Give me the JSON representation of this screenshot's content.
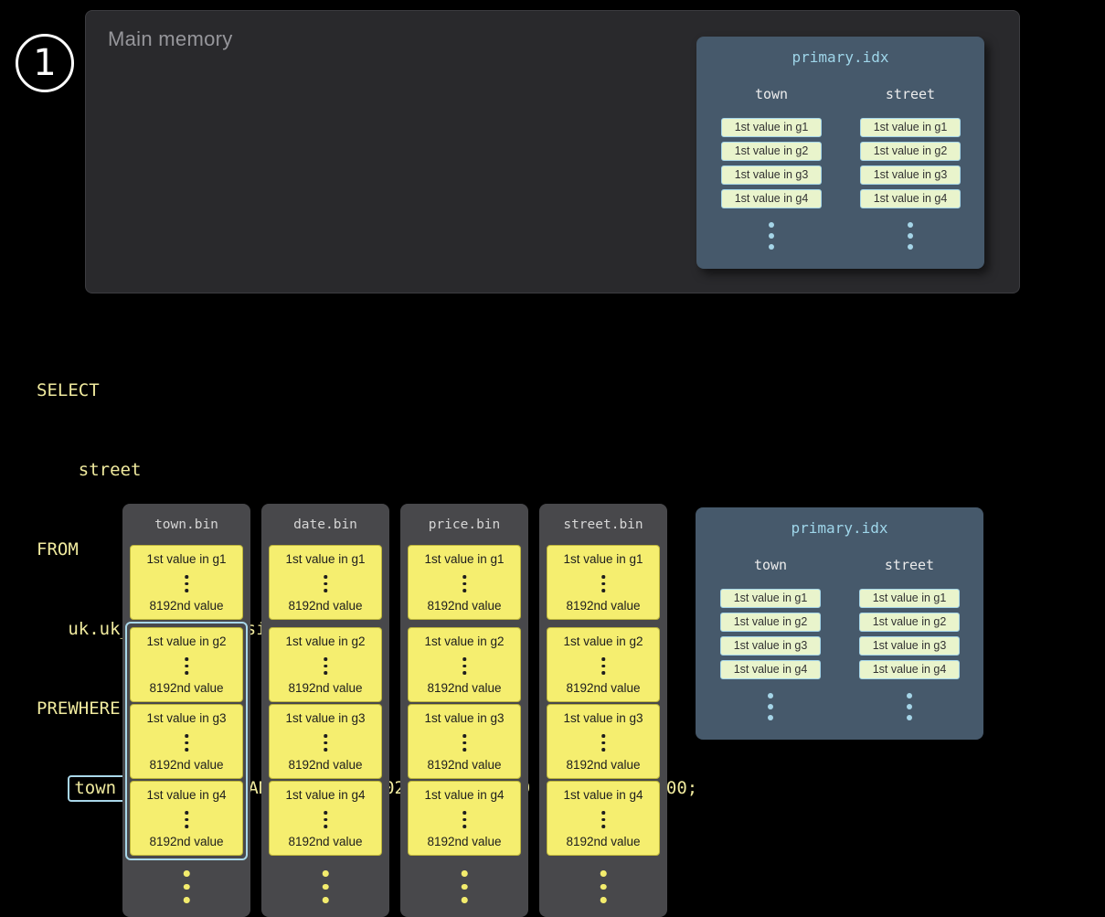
{
  "colors": {
    "background": "#000000",
    "main_memory_panel": "#29292c",
    "bin_panel_gray": "#48484b",
    "index_box_blue": "#46596b",
    "accent_blue": "#a9d7e9",
    "index_title_blue": "#9fd6ea",
    "sql_yellow": "#f0ea9e",
    "granule_yellow": "#f5ee6f",
    "chip_green": "#e9f4cc"
  },
  "step_badge": {
    "number": "1"
  },
  "main_memory": {
    "label": "Main memory"
  },
  "primary_idx": {
    "title": "primary.idx",
    "columns": [
      {
        "name": "town",
        "chips": [
          "1st value in g1",
          "1st value in g2",
          "1st value in g3",
          "1st value in g4"
        ]
      },
      {
        "name": "street",
        "chips": [
          "1st value in g1",
          "1st value in g2",
          "1st value in g3",
          "1st value in g4"
        ]
      }
    ]
  },
  "sql": {
    "lines": {
      "l1": "SELECT",
      "l2": "    street",
      "l3": "FROM",
      "l4": "   uk.uk_price_paid_simple",
      "l5": "PREWHERE",
      "l6_indent": "   ",
      "l6_highlight": "town = 'LONDON'",
      "l6_rest": " AND date > '2024-12-31' AND price < 10_000;"
    }
  },
  "bin_files": [
    {
      "title": "town.bin",
      "granules": [
        {
          "first": "1st value in g1",
          "last": "8192nd value"
        },
        {
          "first": "1st value in g2",
          "last": "8192nd value"
        },
        {
          "first": "1st value in g3",
          "last": "8192nd value"
        },
        {
          "first": "1st value in g4",
          "last": "8192nd value"
        }
      ]
    },
    {
      "title": "date.bin",
      "granules": [
        {
          "first": "1st value in g1",
          "last": "8192nd value"
        },
        {
          "first": "1st value in g2",
          "last": "8192nd value"
        },
        {
          "first": "1st value in g3",
          "last": "8192nd value"
        },
        {
          "first": "1st value in g4",
          "last": "8192nd value"
        }
      ]
    },
    {
      "title": "price.bin",
      "granules": [
        {
          "first": "1st value in g1",
          "last": "8192nd value"
        },
        {
          "first": "1st value in g2",
          "last": "8192nd value"
        },
        {
          "first": "1st value in g3",
          "last": "8192nd value"
        },
        {
          "first": "1st value in g4",
          "last": "8192nd value"
        }
      ]
    },
    {
      "title": "street.bin",
      "granules": [
        {
          "first": "1st value in g1",
          "last": "8192nd value"
        },
        {
          "first": "1st value in g2",
          "last": "8192nd value"
        },
        {
          "first": "1st value in g3",
          "last": "8192nd value"
        },
        {
          "first": "1st value in g4",
          "last": "8192nd value"
        }
      ]
    }
  ]
}
